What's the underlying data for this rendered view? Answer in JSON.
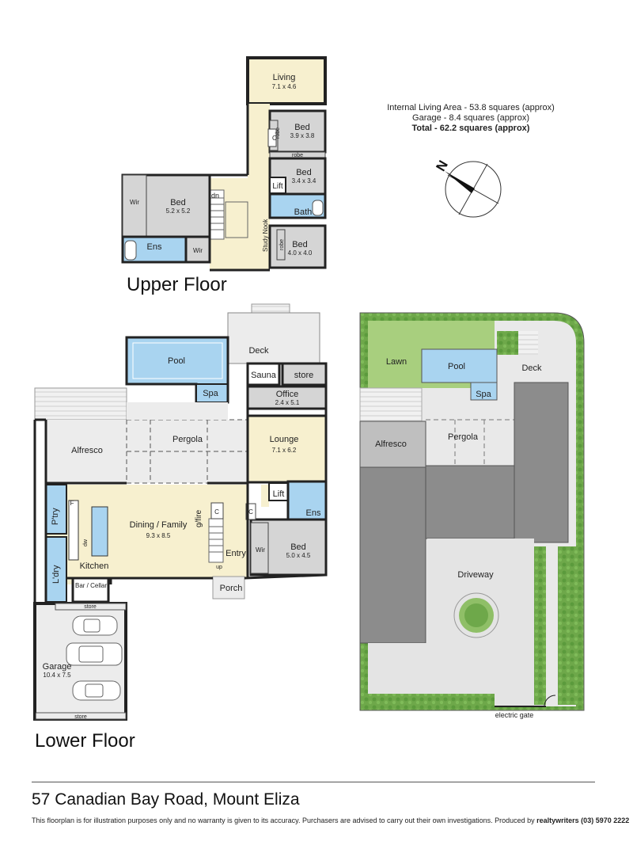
{
  "areas": {
    "internal_living": "Internal Living Area - 53.8 squares (approx)",
    "garage": "Garage - 8.4 squares (approx)",
    "total": "Total - 62.2 squares (approx)"
  },
  "compass": {
    "north_label": "N"
  },
  "upper_floor": {
    "title": "Upper Floor",
    "rooms": {
      "living": {
        "name": "Living",
        "dims": "7.1 x 4.6"
      },
      "bed1": {
        "name": "Bed",
        "dims": "3.9 x 3.8"
      },
      "robe1": "robe",
      "c1": "C",
      "robe2": "robe",
      "bed2": {
        "name": "Bed",
        "dims": "3.4 x 3.4"
      },
      "lift": "Lift",
      "bath": "Bath",
      "bed_main": {
        "name": "Bed",
        "dims": "5.2 x 5.2"
      },
      "wir1": "Wir",
      "wir2": "Wir",
      "ens": "Ens",
      "dn": "dn",
      "study_nook": "Study Nook",
      "robe3": "robe",
      "bed3": {
        "name": "Bed",
        "dims": "4.0 x 4.0"
      }
    }
  },
  "lower_floor": {
    "title": "Lower Floor",
    "rooms": {
      "pool": "Pool",
      "spa": "Spa",
      "deck": "Deck",
      "sauna": "Sauna",
      "store": "store",
      "office": {
        "name": "Office",
        "dims": "2.4 x 5.1"
      },
      "alfresco": "Alfresco",
      "pergola": "Pergola",
      "lounge": {
        "name": "Lounge",
        "dims": "7.1 x 6.2"
      },
      "lift": "Lift",
      "ens": "Ens",
      "ptry": "P'try",
      "f": "F",
      "dw": "dw",
      "dining": {
        "name": "Dining / Family",
        "dims": "9.3 x 8.5"
      },
      "gfire": "g/fire",
      "c1": "C",
      "c2": "C",
      "entry": "Entry",
      "up": "up",
      "wir": "Wir",
      "bed": {
        "name": "Bed",
        "dims": "5.0 x 4.5"
      },
      "ldry": "L'dry",
      "kitchen": "Kitchen",
      "bar": "Bar / Cellar",
      "porch": "Porch",
      "store_top": "store",
      "garage": {
        "name": "Garage",
        "dims": "10.4 x 7.5"
      },
      "store_bottom": "store"
    }
  },
  "site_plan": {
    "lawn": "Lawn",
    "pool": "Pool",
    "spa": "Spa",
    "deck": "Deck",
    "alfresco": "Alfresco",
    "pergola": "Pergola",
    "driveway": "Driveway",
    "electric_gate": "electric gate"
  },
  "address": "57 Canadian Bay Road, Mount Eliza",
  "disclaimer": {
    "text": "This floorplan is for illustration purposes only and no warranty is given to its accuracy. Purchasers are advised to carry out their own investigations. Produced by ",
    "producer": "realtywriters (03) 5970 2222"
  },
  "colors": {
    "living_yellow": "#f7f0cf",
    "wet_blue": "#a9d4f0",
    "room_grey": "#d5d5d5",
    "outdoor_grey": "#ececec",
    "lawn_green": "#a8cf7e",
    "roof_grey": "#8c8c8c",
    "wall": "#222222"
  }
}
